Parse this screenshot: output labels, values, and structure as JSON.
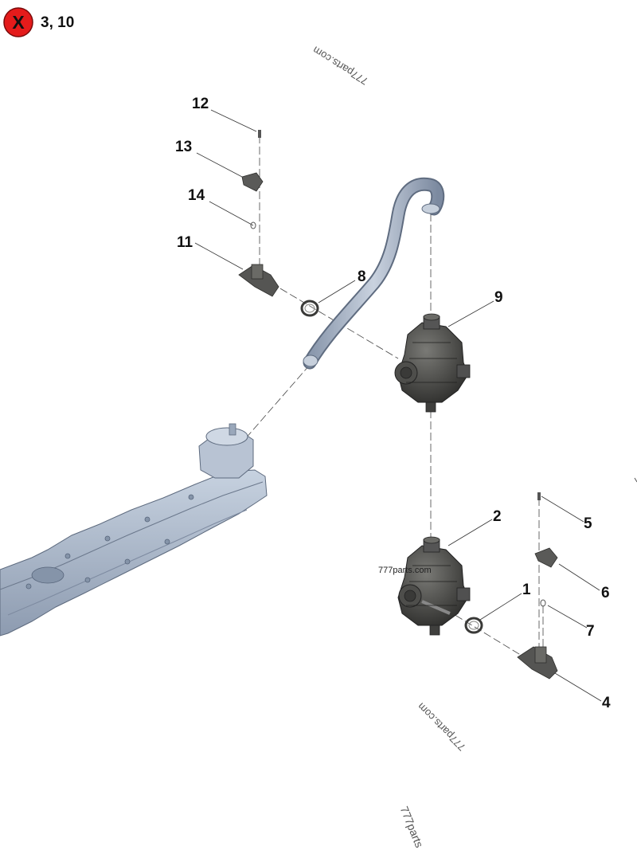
{
  "note": {
    "icon": "red-x-circle-icon",
    "icon_color": "#e41b1b",
    "text": "3, 10"
  },
  "callouts": [
    "12",
    "13",
    "14",
    "11",
    "8",
    "9",
    "2",
    "5",
    "1",
    "6",
    "7",
    "4"
  ],
  "watermarks": [
    "777parts.com",
    "777parts.com",
    "777parts.com",
    "777parts"
  ],
  "colors": {
    "valve_cover": "#a8b6c8",
    "hose": "#a3aec0",
    "separator": "#4a4a48",
    "sensor": "#5a5a58"
  }
}
